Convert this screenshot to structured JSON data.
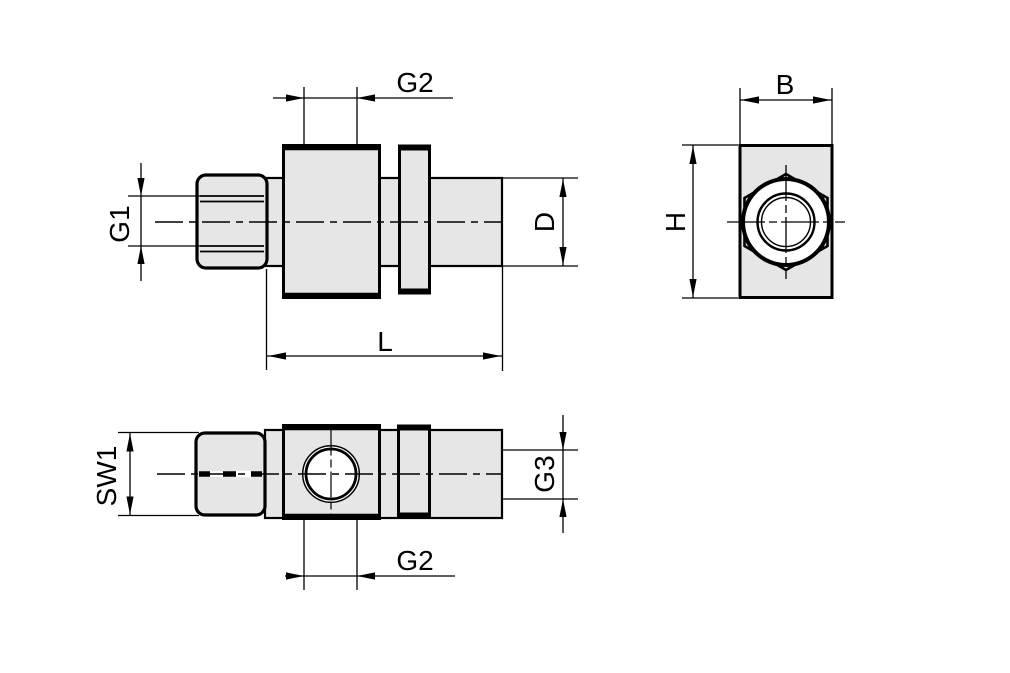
{
  "colors": {
    "background": "#ffffff",
    "part_fill": "#e6e6e6",
    "line": "#000000",
    "hole_fill": "#ffffff"
  },
  "drawing": {
    "type": "technical-drawing-three-views",
    "views": [
      {
        "id": "side-view",
        "dimension_labels": [
          "G2",
          "G1",
          "D",
          "L"
        ]
      },
      {
        "id": "front-view",
        "dimension_labels": [
          "B",
          "H"
        ]
      },
      {
        "id": "top-view",
        "dimension_labels": [
          "SW1",
          "G3",
          "G2"
        ]
      }
    ]
  },
  "dimension_labels": {
    "g1": "G1",
    "g2": "G2",
    "d": "D",
    "l": "L",
    "b": "B",
    "h": "H",
    "sw1": "SW1",
    "g3": "G3"
  }
}
